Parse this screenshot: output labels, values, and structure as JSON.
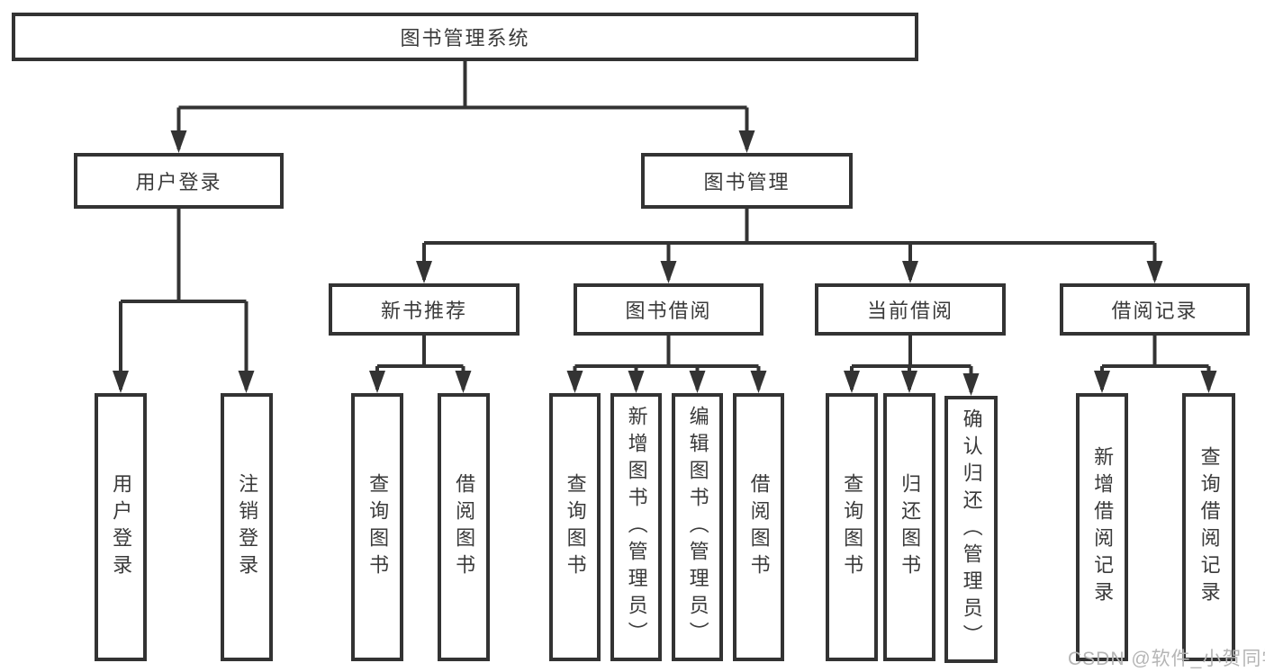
{
  "diagram": {
    "title": "图书管理系统",
    "level2": {
      "user_login": "用户登录",
      "book_management": "图书管理"
    },
    "level3": {
      "new_book_recommend": "新书推荐",
      "book_borrow": "图书借阅",
      "current_borrow": "当前借阅",
      "borrow_record": "借阅记录"
    },
    "leaves": {
      "login_1": "用户登录",
      "login_2": "注销登录",
      "recommend_1": "查询图书",
      "recommend_2": "借阅图书",
      "borrow_1": "查询图书",
      "borrow_2": "新增图书（管理员）",
      "borrow_3": "编辑图书（管理员）",
      "borrow_4": "借阅图书",
      "current_1": "查询图书",
      "current_2": "归还图书",
      "current_3": "确认归还（管理员）",
      "record_1": "新增借阅记录",
      "record_2": "查询借阅记录"
    }
  },
  "watermark": "CSDN @软件_小贺同学",
  "colors": {
    "line": "#333333",
    "text": "#3a3a3a",
    "watermark": "#b5b5b5",
    "background": "#ffffff"
  }
}
